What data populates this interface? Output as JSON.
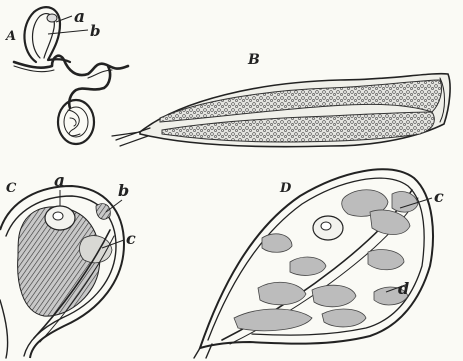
{
  "panels": {
    "A": {
      "letter": "A",
      "labels": [
        "a",
        "b"
      ]
    },
    "B": {
      "letter": "B",
      "labels": []
    },
    "C": {
      "letter": "C",
      "labels": [
        "a",
        "b",
        "c"
      ]
    },
    "D": {
      "letter": "D",
      "labels": [
        "c",
        "d"
      ]
    }
  },
  "colors": {
    "ink": "#222222",
    "paper": "#fafaf5",
    "cell_fill": "#bcbcbc"
  }
}
